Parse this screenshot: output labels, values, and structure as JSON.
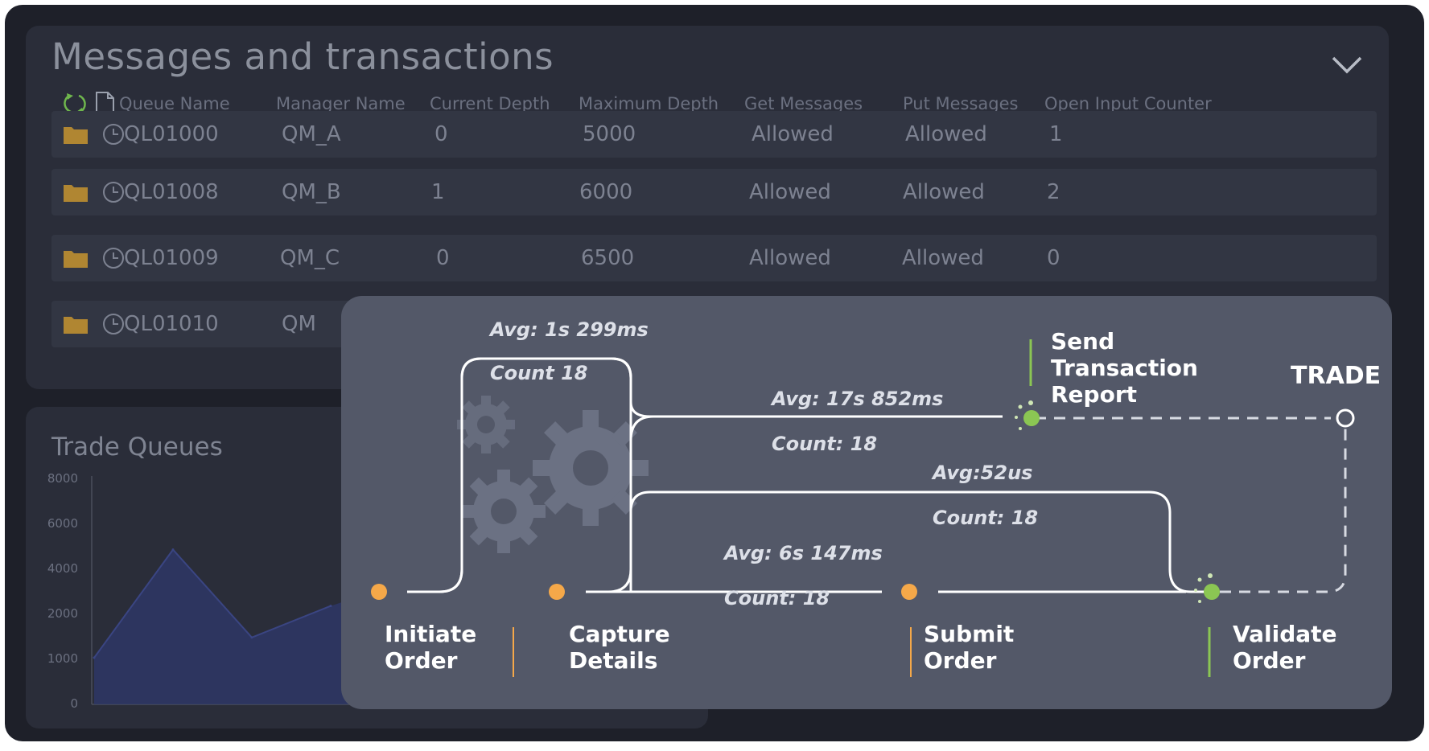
{
  "messages_panel": {
    "title": "Messages and transactions",
    "columns": [
      "Queue Name",
      "Manager Name",
      "Current Depth",
      "Maximum Depth",
      "Get Messages",
      "Put Messages",
      "Open Input Counter"
    ],
    "rows": [
      {
        "queue": "QL01000",
        "manager": "QM_A",
        "current_depth": "0",
        "max_depth": "5000",
        "get": "Allowed",
        "put": "Allowed",
        "open_input": "1"
      },
      {
        "queue": "QL01008",
        "manager": "QM_B",
        "current_depth": "1",
        "max_depth": "6000",
        "get": "Allowed",
        "put": "Allowed",
        "open_input": "2"
      },
      {
        "queue": "QL01009",
        "manager": "QM_C",
        "current_depth": "0",
        "max_depth": "6500",
        "get": "Allowed",
        "put": "Allowed",
        "open_input": "0"
      },
      {
        "queue": "QL01010",
        "manager": "QM"
      }
    ]
  },
  "trade_queues": {
    "title": "Trade Queues",
    "chart_data": {
      "type": "area",
      "title": "Trade Queues",
      "y_ticks": [
        "8000",
        "6000",
        "4000",
        "2000",
        "1000",
        "0"
      ],
      "x": [
        0,
        1,
        2,
        3
      ],
      "series": [
        {
          "values": [
            1000,
            4800,
            1450,
            2300
          ]
        }
      ],
      "ylim": [
        0,
        8000
      ],
      "grid": false,
      "color": "#2e3766"
    }
  },
  "flow": {
    "trade_label": "TRADE",
    "nodes": {
      "initiate": [
        "Initiate",
        "Order"
      ],
      "capture": [
        "Capture",
        "Details"
      ],
      "submit": [
        "Submit",
        "Order"
      ],
      "validate": [
        "Validate",
        "Order"
      ],
      "send": [
        "Send",
        "Transaction",
        "Report"
      ]
    },
    "stats": {
      "loop_avg": "Avg: 1s 299ms",
      "loop_count": "Count 18",
      "send_avg": "Avg: 17s 852ms",
      "send_count": "Count: 18",
      "validate_avg": "Avg:52us",
      "validate_count": "Count: 18",
      "submit_avg": "Avg: 6s 147ms",
      "submit_count": "Count: 18"
    },
    "colors": {
      "orange": "#f5a849",
      "green": "#8bc653",
      "line": "#ffffff",
      "panel": "#535868"
    }
  }
}
